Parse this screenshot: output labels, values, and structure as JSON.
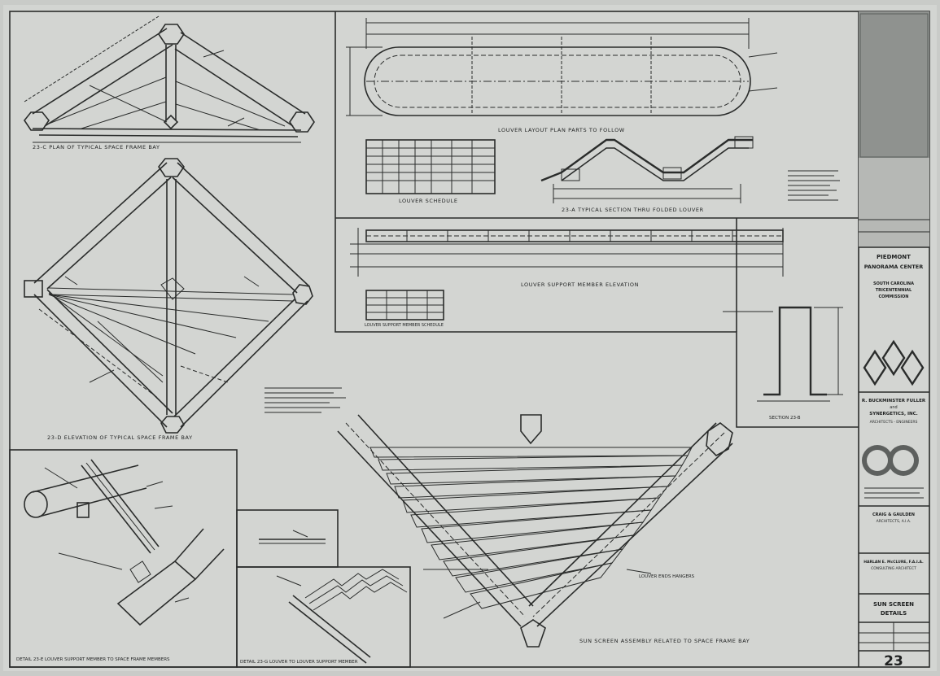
{
  "captions": {
    "plan": "23-C  PLAN OF TYPICAL SPACE FRAME BAY",
    "elevation": "23-D  ELEVATION OF TYPICAL SPACE FRAME BAY",
    "detail_e": "DETAIL 23-E  LOUVER SUPPORT MEMBER TO SPACE FRAME MEMBERS",
    "detail_g": "DETAIL 23-G  LOUVER TO LOUVER SUPPORT MEMBER",
    "louver_plan": "LOUVER LAYOUT PLAN PARTS TO FOLLOW",
    "louver_schedule": "LOUVER SCHEDULE",
    "typical_section": "23-A  TYPICAL SECTION THRU FOLDED LOUVER",
    "support_elevation": "LOUVER SUPPORT MEMBER ELEVATION",
    "support_schedule": "LOUVER SUPPORT MEMBER SCHEDULE",
    "assembly": "SUN SCREEN ASSEMBLY RELATED TO SPACE FRAME BAY",
    "louver_end_hangers": "LOUVER ENDS HANGERS",
    "section_23b": "SECTION 23-B"
  },
  "title_block": {
    "project_line1": "PIEDMONT",
    "project_line2": "PANORAMA CENTER",
    "project_line3": "SOUTH CAROLINA",
    "project_line4": "TRICENTENNIAL",
    "project_line5": "COMMISSION",
    "firm_line1": "R. BUCKMINSTER FULLER",
    "firm_line2": "and",
    "firm_line3": "SYNERGETICS, INC.",
    "firm_line4": "ARCHITECTS - ENGINEERS",
    "assoc_line1": "CRAIG & GAULDEN",
    "assoc_line2": "ARCHITECTS, A.I.A.",
    "consult_line1": "HARLAN E. McCLURE, F.A.I.A.",
    "consult_line2": "CONSULTING ARCHITECT",
    "sheet_title_line1": "SUN SCREEN",
    "sheet_title_line2": "DETAILS",
    "sheet_number": "23"
  }
}
